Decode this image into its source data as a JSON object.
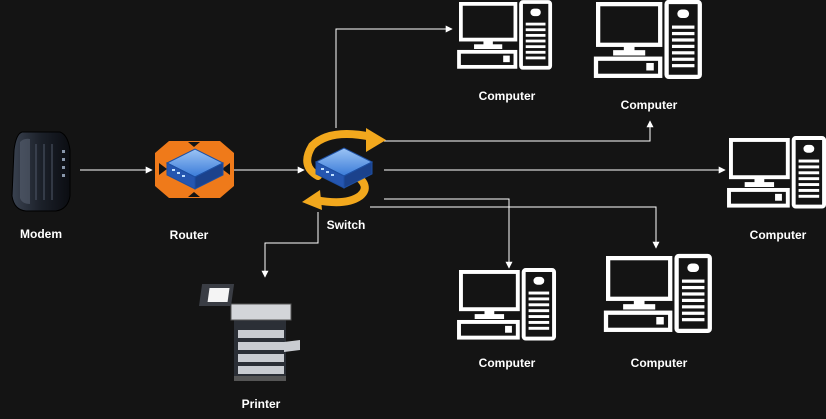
{
  "labels": {
    "modem": "Modem",
    "router": "Router",
    "switch": "Switch",
    "printer": "Printer",
    "computer_top1": "Computer",
    "computer_top2": "Computer",
    "computer_right": "Computer",
    "computer_bottom1": "Computer",
    "computer_bottom2": "Computer"
  },
  "colors": {
    "background": "#141414",
    "connector": "#ffffff",
    "router_fill": "#ef7a1a",
    "switch_arrow": "#f2a81d",
    "device_blue": "#2f6fd0",
    "computer_outline": "#ffffff"
  },
  "icons": {
    "modem": "modem-icon",
    "router": "router-icon",
    "switch": "switch-icon",
    "printer": "printer-icon",
    "computer": "computer-icon"
  }
}
